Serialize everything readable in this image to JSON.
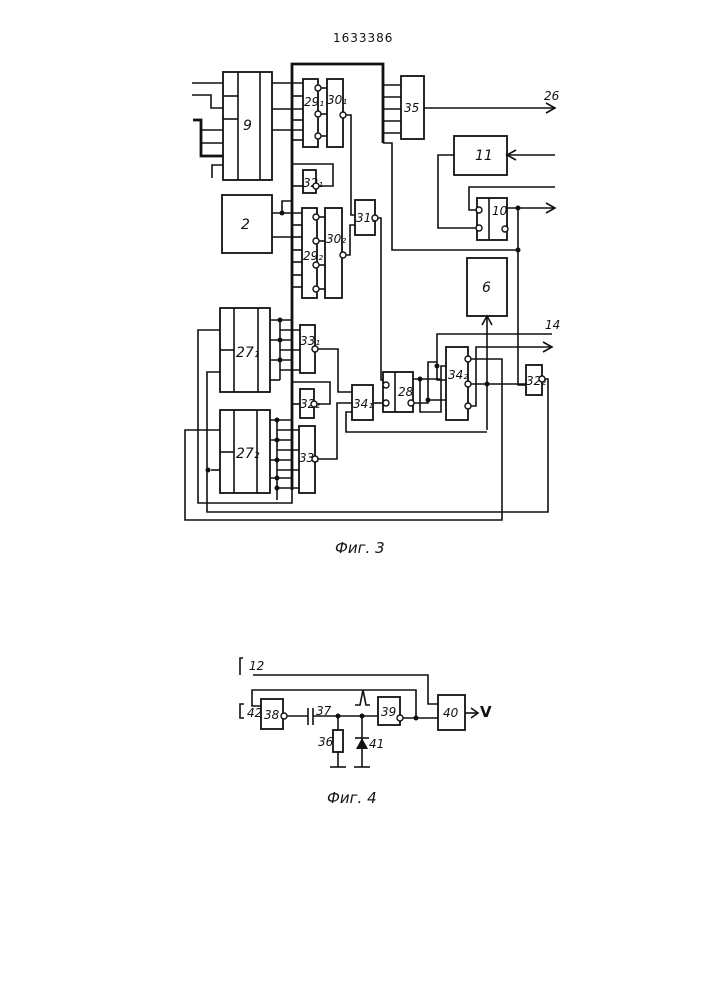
{
  "patent_number": "1633386",
  "fig3": {
    "caption": "Фиг. 3",
    "blocks": {
      "b9": "9",
      "b2": "2",
      "b29_1": "29₁",
      "b30_1": "30₁",
      "b35": "35",
      "b11": "11",
      "b10": "10",
      "b32_1": "32₁",
      "b29_2": "29₂",
      "b30_2": "30₂",
      "b31_1": "31₁",
      "b6": "6",
      "b27_1": "27₁",
      "b27_2": "27₂",
      "b33_1": "33₁",
      "b32_2": "32₂",
      "b33_2": "33₂",
      "b34_1": "34₁",
      "b28": "28",
      "b34_2": "34₂",
      "b32_3": "32₂"
    },
    "outputs": {
      "o26": "26",
      "o14": "14"
    }
  },
  "fig4": {
    "caption": "Фиг. 4",
    "blocks": {
      "b38": "38",
      "b39": "39",
      "b40": "40"
    },
    "components": {
      "c37": "37",
      "r36": "36",
      "d41": "41"
    },
    "signals": {
      "s12": "12",
      "s42": "42",
      "out": "V"
    }
  }
}
